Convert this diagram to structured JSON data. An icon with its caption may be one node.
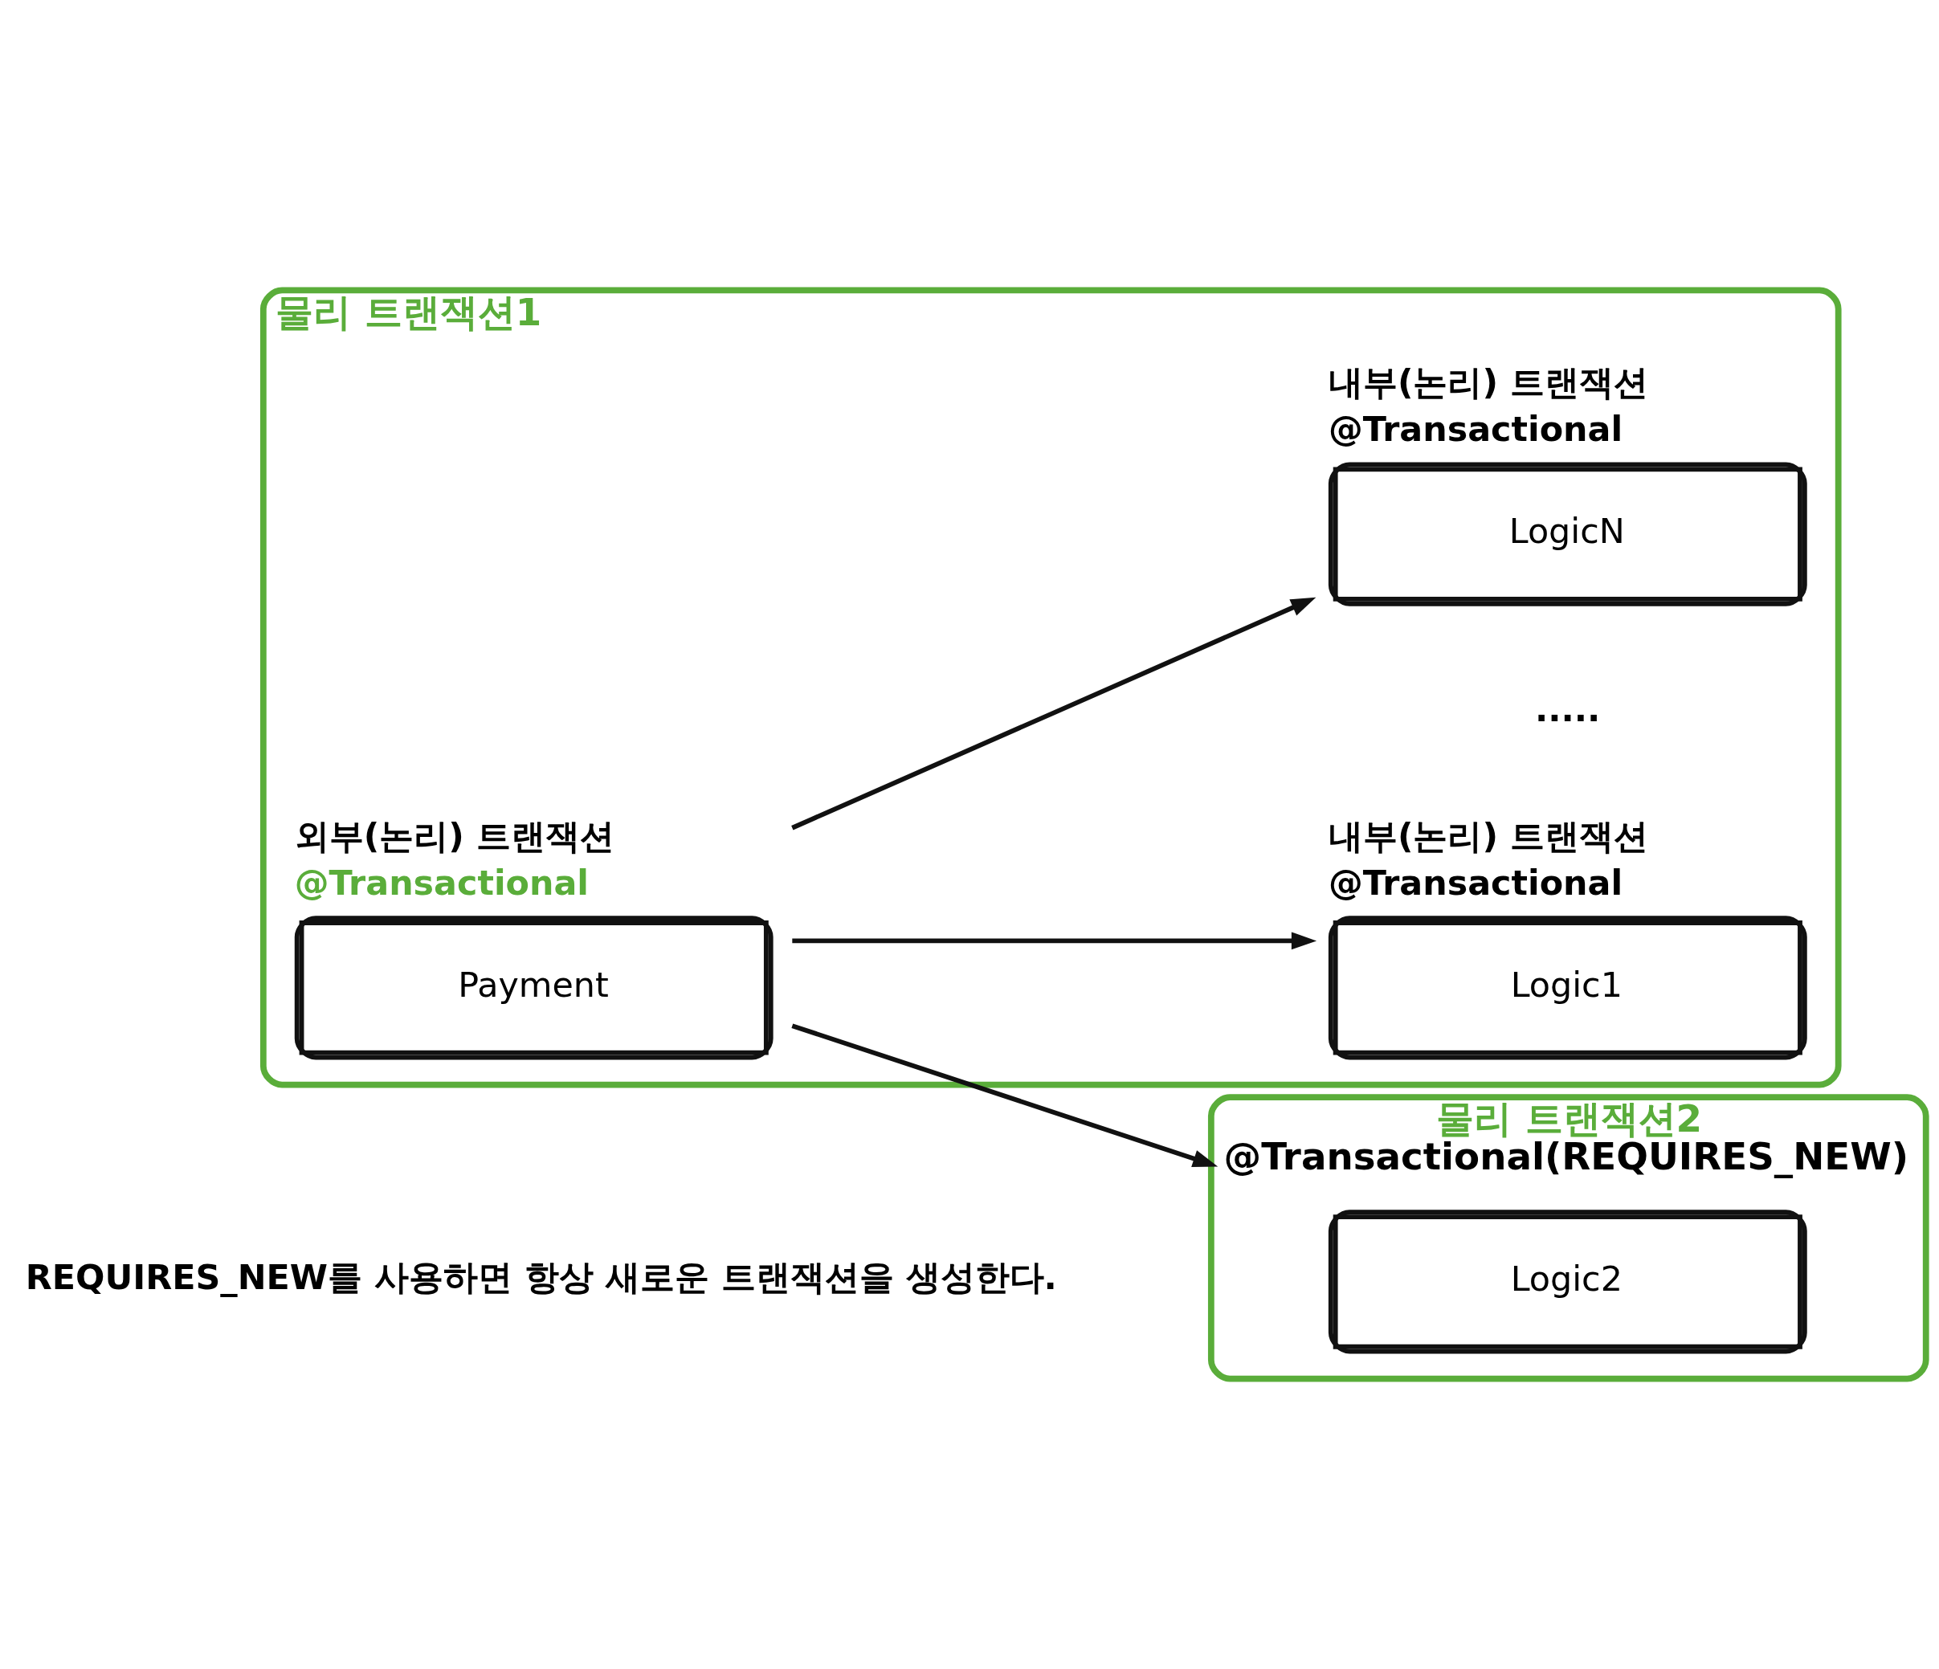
{
  "diagram": {
    "nodes": [
      {
        "text": [
          "물리 트랜잭션1"
        ]
      },
      {
        "text": [
          "외부(논리) 트랜잭션",
          "@Transactional",
          "Payment"
        ],
        "in": 0
      },
      {
        "text": [
          "내부(논리) 트랜잭션",
          "@Transactional",
          "Logic1"
        ],
        "in": 0
      },
      {
        "text": [
          "내부(논리) 트랜잭션",
          "@Transactional",
          "LogicN"
        ],
        "in": 0
      },
      {
        "text": [
          "물리 트랜잭션2",
          "@Transactional(REQUIRES_NEW)"
        ]
      },
      {
        "text": [
          "Logic2"
        ],
        "in": 4
      }
    ],
    "edges": [
      {
        "from": 1,
        "to": 2,
        "arrow": "to"
      },
      {
        "from": 1,
        "to": 3,
        "arrow": "to"
      },
      {
        "from": 1,
        "to": 4,
        "arrow": "to"
      }
    ],
    "labels": [
      ".....",
      "REQUIRES_NEW를 사용하면 항상 새로운 트랜잭션을 생성한다."
    ]
  }
}
